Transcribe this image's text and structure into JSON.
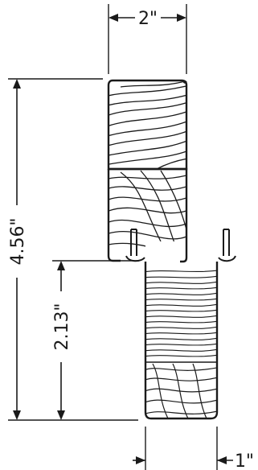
{
  "dimensions": {
    "top_width": "2\"",
    "total_height": "4.56\"",
    "tenon_height": "2.13\"",
    "tenon_width": "1\""
  },
  "colors": {
    "ink": "#1a1a1a",
    "paper": "#ffffff"
  }
}
